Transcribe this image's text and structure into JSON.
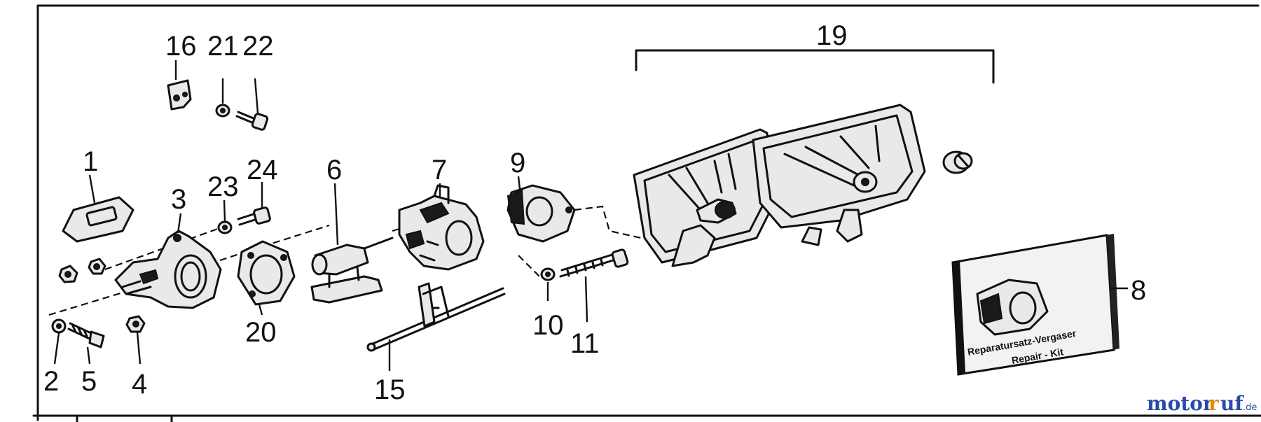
{
  "diagram": {
    "part_labels": [
      "1",
      "2",
      "3",
      "4",
      "5",
      "6",
      "7",
      "8",
      "9",
      "10",
      "11",
      "15",
      "16",
      "19",
      "20",
      "21",
      "22",
      "23",
      "24"
    ],
    "kit_box": {
      "line1": "Reparatursatz-Vergaser",
      "line2": "Repair - Kit"
    }
  },
  "watermark": {
    "brand_a": "motor",
    "brand_b": "uf",
    "tld": ".de"
  }
}
